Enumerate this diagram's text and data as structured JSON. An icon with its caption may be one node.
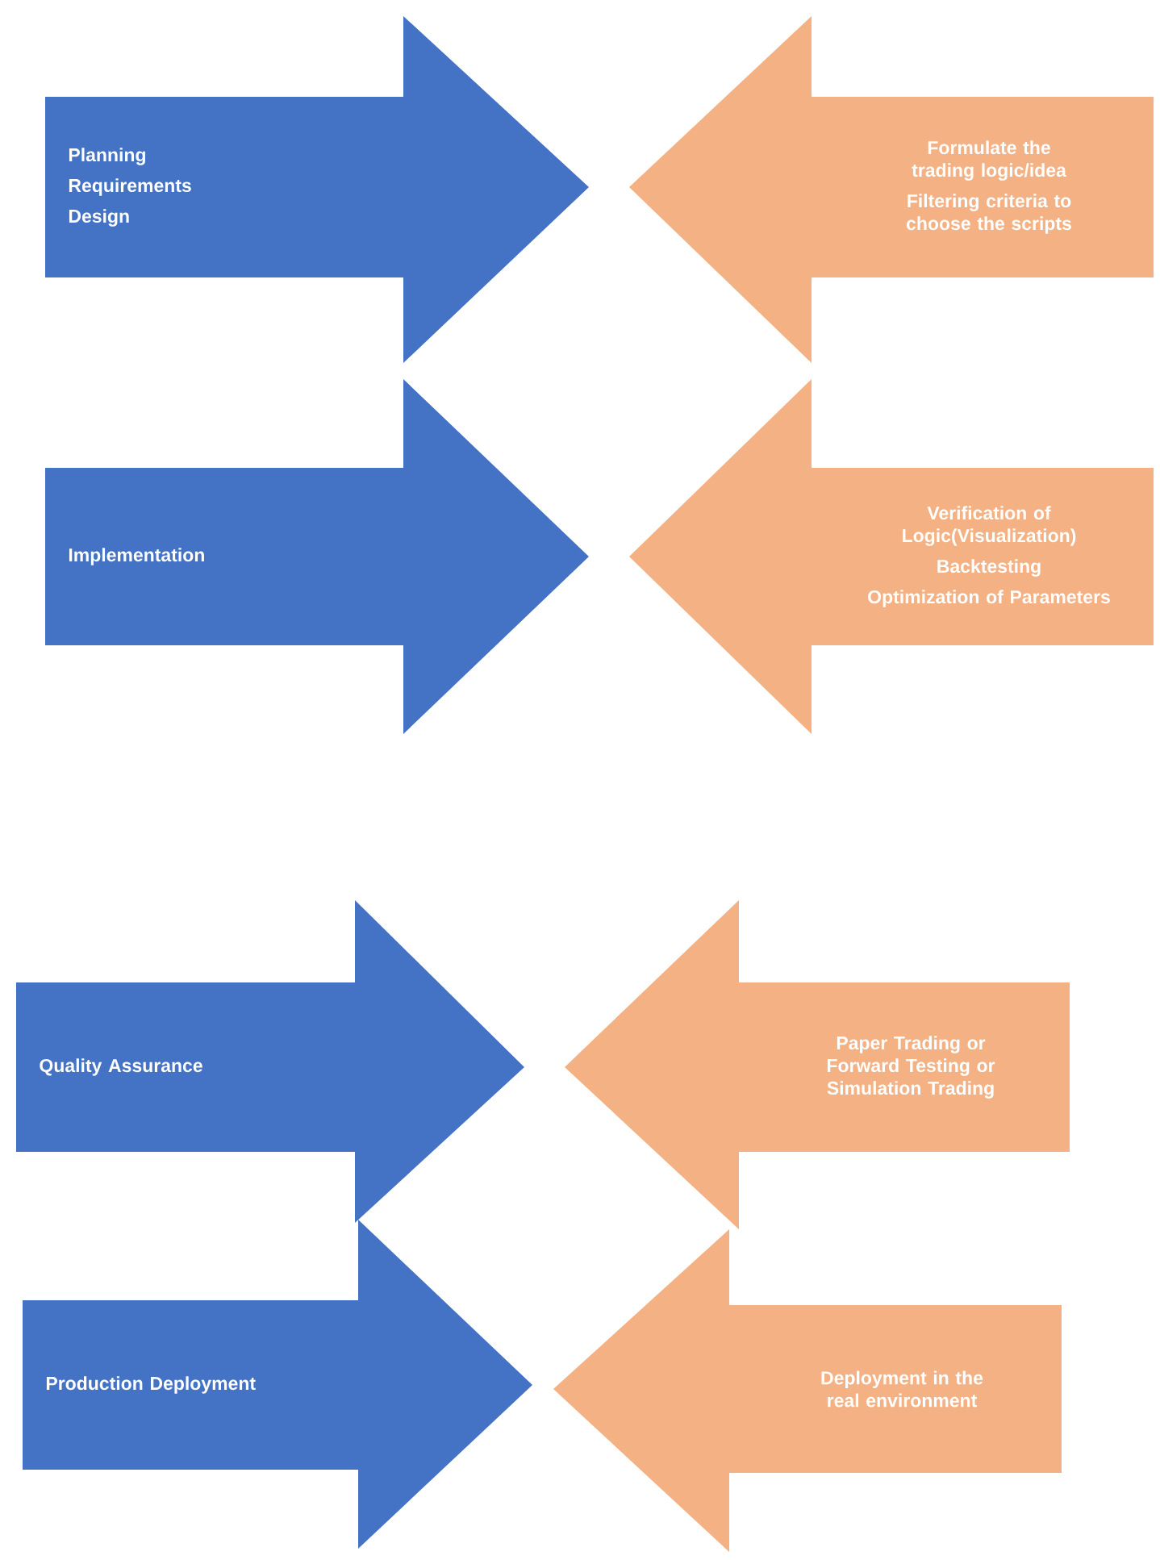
{
  "diagram": {
    "nodes": [
      {
        "text": [
          "Planning",
          "Requirements",
          "Design"
        ]
      },
      {
        "text": [
          "Formulate the trading logic/idea",
          "Filtering criteria to choose the scripts"
        ]
      },
      {
        "text": [
          "Implementation"
        ]
      },
      {
        "text": [
          "Verification of Logic(Visualization)",
          "Backtesting",
          "Optimization of Parameters"
        ]
      },
      {
        "text": [
          "Quality Assurance"
        ]
      },
      {
        "text": [
          "Paper Trading or Forward Testing or Simulation Trading"
        ]
      },
      {
        "text": [
          "Production Deployment"
        ]
      },
      {
        "text": [
          "Deployment in the real environment"
        ]
      }
    ]
  }
}
